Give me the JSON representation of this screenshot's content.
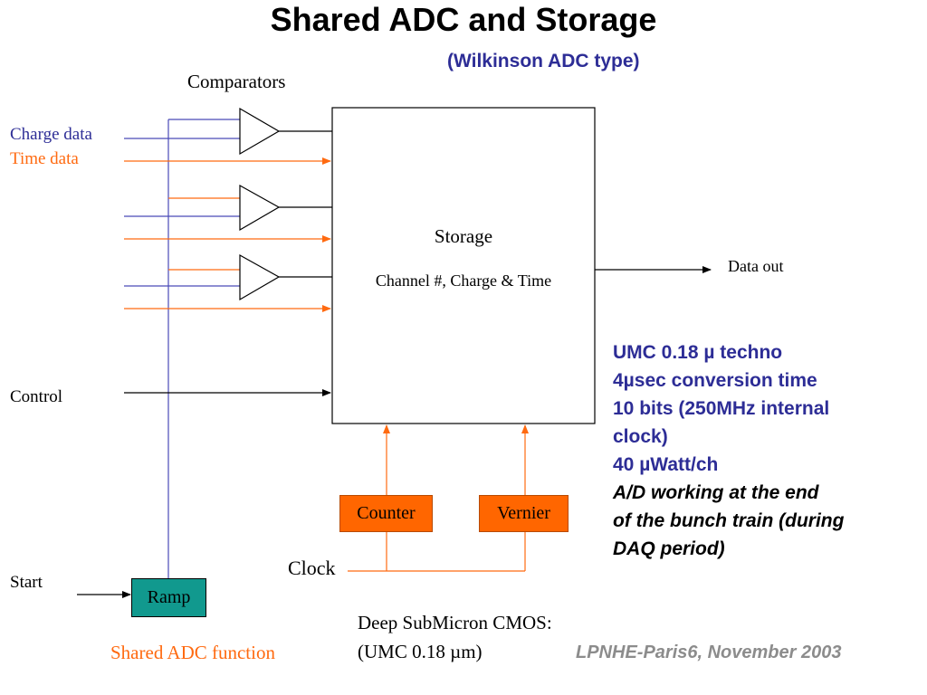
{
  "slide": {
    "title": "Shared ADC and Storage",
    "subtitle": "(Wilkinson ADC type)",
    "footer": "LPNHE-Paris6, November 2003"
  },
  "colors": {
    "blue_signal": "#4a4ab8",
    "orange_signal": "#ff6a10",
    "block_orange": "#ff6600",
    "ramp_teal": "#11998e",
    "spec_text": "#2d2d96",
    "footer_gray": "#8c8c8c"
  },
  "diagram": {
    "comparators_label": "Comparators",
    "inputs": {
      "charge_label": "Charge data",
      "time_label": "Time data",
      "control_label": "Control",
      "start_label": "Start"
    },
    "storage": {
      "title": "Storage",
      "content": "Channel #, Charge & Time"
    },
    "data_out_label": "Data out",
    "counter_label": "Counter",
    "vernier_label": "Vernier",
    "clock_label": "Clock",
    "ramp_label": "Ramp",
    "shared_adc_label": "Shared ADC function",
    "process_line1": "Deep SubMicron CMOS:",
    "process_line2": "(UMC 0.18 µm)"
  },
  "specs": [
    "UMC 0.18 µ techno",
    "4µsec conversion time",
    "10 bits (250MHz internal",
    "clock)",
    "40 µWatt/ch"
  ],
  "notes": [
    "A/D working at the end",
    "of the bunch train (during",
    "DAQ period)"
  ]
}
